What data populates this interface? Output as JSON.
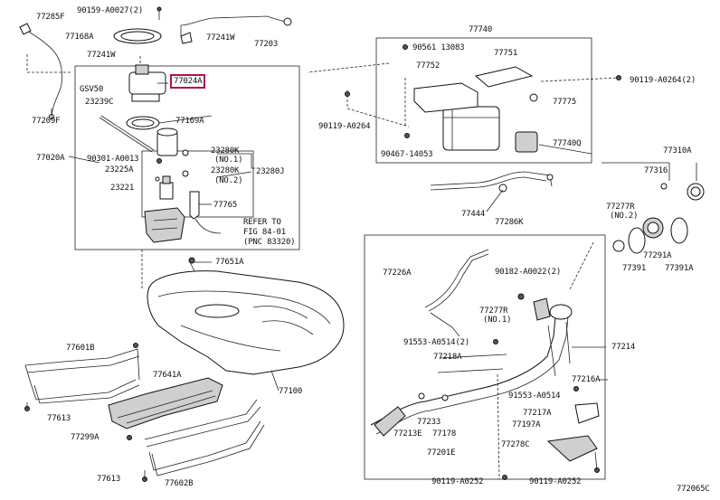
{
  "diagram": {
    "labels": {
      "p77285F": "77285F",
      "p90159": "90159-A0027(2)",
      "p77168A": "77168A",
      "p77241W_a": "77241W",
      "p77203": "77203",
      "p77241W_b": "77241W",
      "p77024A": "77024A",
      "pGSV50": "GSV50",
      "p23239C": "23239C",
      "p77169A": "77169A",
      "p77209F": "77209F",
      "p77020A": "77020A",
      "p90301": "90301-A0013",
      "p23280K_1": "23280K",
      "pNO1": "(NO.1)",
      "p23280J": "23280J",
      "p23225A": "23225A",
      "p23280K_2": "23280K",
      "pNO2": "(NO.2)",
      "p23221": "23221",
      "p77765": "77765",
      "pRefer1": "REFER TO",
      "pRefer2": "FIG 84-01",
      "pRefer3": "(PNC 83320)",
      "p77651A": "77651A",
      "p77740": "77740",
      "p90561": "90561 13083",
      "p77751": "77751",
      "p77752": "77752",
      "p90119_a": "90119-A0264(2)",
      "p90119_b": "90119-A0264",
      "p77775": "77775",
      "p90467": "90467-14053",
      "p77740Q": "77740Q",
      "p77444": "77444",
      "p77286K": "77286K",
      "p77310A": "77310A",
      "p77316": "77316",
      "p77277R_a": "77277R",
      "pNO2b": "(NO.2)",
      "p77291A": "77291A",
      "p77391": "77391",
      "p77391A": "77391A",
      "p77226A": "77226A",
      "p90182": "90182-A0022(2)",
      "p77277R_b": "77277R",
      "pNO1b": "(NO.1)",
      "p77214": "77214",
      "p91553_a": "91553-A0514(2)",
      "p77218A": "77218A",
      "p77216A": "77216A",
      "p91553_b": "91553-A0514",
      "p77217A": "77217A",
      "p77197A": "77197A",
      "p77233": "77233",
      "p77213E": "77213E",
      "p77178": "77178",
      "p77201E": "77201E",
      "p77278C": "77278C",
      "p90119_c": "90119-A0252",
      "p90119_d": "90119-A0252",
      "p77601B": "77601B",
      "p77641A": "77641A",
      "p77100": "77100",
      "p77613_a": "77613",
      "p77299A": "77299A",
      "p77613_b": "77613",
      "p77602B": "77602B",
      "pDiagramId": "772065C"
    }
  }
}
